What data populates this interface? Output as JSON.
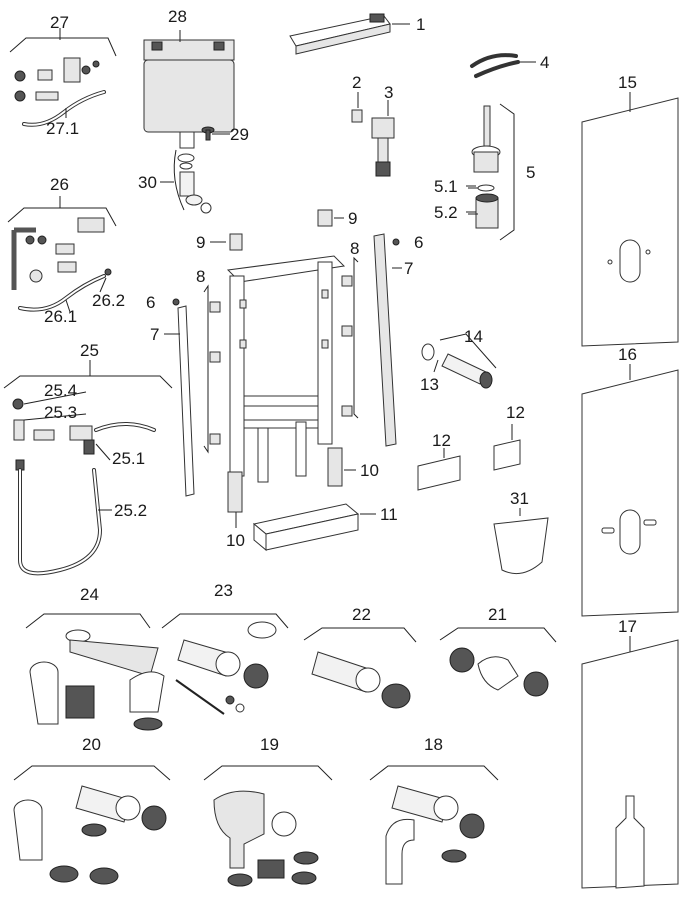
{
  "labels": {
    "l1": "1",
    "l2": "2",
    "l3": "3",
    "l4": "4",
    "l5": "5",
    "l5_1": "5.1",
    "l5_2": "5.2",
    "l6a": "6",
    "l6b": "6",
    "l7a": "7",
    "l7b": "7",
    "l8a": "8",
    "l8b": "8",
    "l9a": "9",
    "l9b": "9",
    "l10a": "10",
    "l10b": "10",
    "l11": "11",
    "l12a": "12",
    "l12b": "12",
    "l13": "13",
    "l14": "14",
    "l15": "15",
    "l16": "16",
    "l17": "17",
    "l18": "18",
    "l19": "19",
    "l20": "20",
    "l21": "21",
    "l22": "22",
    "l23": "23",
    "l24": "24",
    "l25": "25",
    "l25_1": "25.1",
    "l25_2": "25.2",
    "l25_3": "25.3",
    "l25_4": "25.4",
    "l26": "26",
    "l26_1": "26.1",
    "l26_2": "26.2",
    "l27": "27",
    "l27_1": "27.1",
    "l28": "28",
    "l29": "29",
    "l30": "30",
    "l31": "31"
  },
  "colors": {
    "line": "#222222",
    "fill_light": "#e6e6e6",
    "fill_dark": "#555555"
  }
}
